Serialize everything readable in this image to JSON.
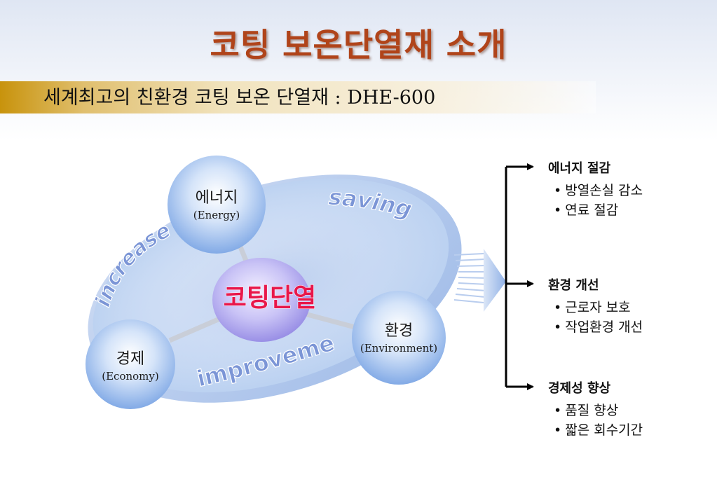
{
  "title": "코팅 보온단열재 소개",
  "subtitle": "세계최고의 친환경 코팅 보온 단열재 : DHE-600",
  "diagram": {
    "center_label": "코팅단열",
    "nodes": {
      "energy": {
        "label": "에너지",
        "sublabel": "(Energy)"
      },
      "economy": {
        "label": "경제",
        "sublabel": "(Economy)"
      },
      "environment": {
        "label": "환경",
        "sublabel": "(Environment)"
      }
    },
    "ring_words": {
      "saving": "saving",
      "increase": "increase",
      "improvement": "improvement"
    }
  },
  "benefits": [
    {
      "title": "에너지 절감",
      "items": [
        "방열손실 감소",
        "연료 절감"
      ]
    },
    {
      "title": "환경 개선",
      "items": [
        "근로자 보호",
        "작업환경 개선"
      ]
    },
    {
      "title": "경제성 향상",
      "items": [
        "품질 향상",
        "짧은 회수기간"
      ]
    }
  ],
  "colors": {
    "title": "#b0441a",
    "subtitle_bar": "#c8930c",
    "bubble": "#8fb5ea",
    "center_bubble": "#b4aef0",
    "center_text": "#e8174a",
    "ring_word": "#7b95d6"
  }
}
